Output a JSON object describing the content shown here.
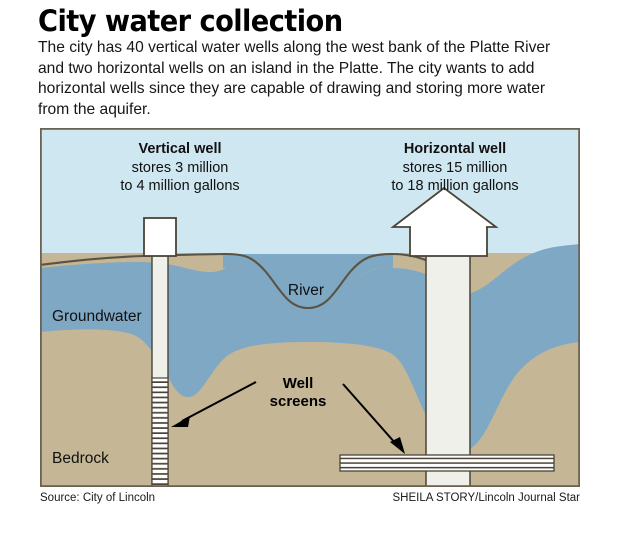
{
  "headline": "City water collection",
  "deck": "The city has 40 vertical water wells along the west bank of the Platte River and two horizontal wells on an island in the Platte. The city wants to add horizontal wells since they are capable of drawing and storing more water from the aquifer.",
  "diagram": {
    "vertical_well": {
      "title": "Vertical well",
      "line2": "stores 3 million",
      "line3": "to 4 million gallons"
    },
    "horizontal_well": {
      "title": "Horizontal well",
      "line2": "stores 15 million",
      "line3": "to 18 million gallons"
    },
    "labels": {
      "river": "River",
      "groundwater": "Groundwater",
      "bedrock": "Bedrock",
      "well_screens_line1": "Well",
      "well_screens_line2": "screens"
    },
    "colors": {
      "sky": "#cfe7f0",
      "soil": "#c5b695",
      "soil_light": "#cdbf9f",
      "aquifer": "#7fa8c4",
      "river_water": "#7fa8c4",
      "well_casing": "#eff0ea",
      "outline": "#5b5343",
      "border": "#6b6352"
    }
  },
  "credits": {
    "source": "Source: City of Lincoln",
    "byline": "SHEILA STORY/Lincoln Journal Star"
  }
}
